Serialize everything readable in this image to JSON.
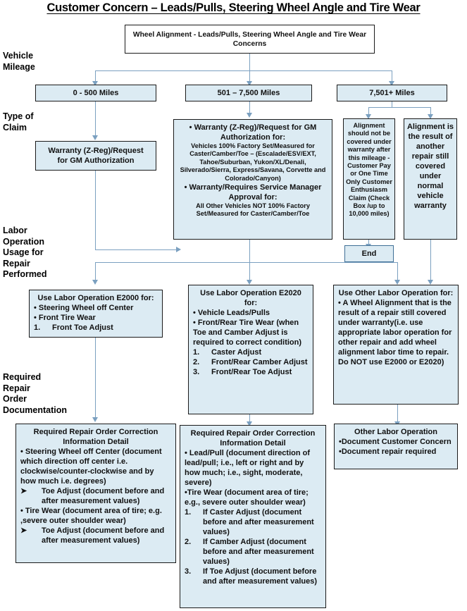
{
  "title": "Customer Concern – Leads/Pulls, Steering Wheel Angle and Tire Wear",
  "lane_labels": {
    "mileage": "Vehicle\nMileage",
    "claim": "Type of\nClaim",
    "labor": "Labor\nOperation\nUsage for\nRepair\nPerformed",
    "documentation": "Required\nRepair\nOrder\nDocumentation"
  },
  "root": {
    "text": "Wheel Alignment - Leads/Pulls, Steering Wheel Angle and Tire Wear Concerns"
  },
  "mileage_boxes": [
    {
      "label": "0 - 500 Miles"
    },
    {
      "label": "501 – 7,500 Miles"
    },
    {
      "label": "7,501+ Miles"
    }
  ],
  "claim_boxes": {
    "low": {
      "line1": "Warranty (Z-Reg)/Request",
      "line2": "for GM  Authorization"
    },
    "mid": {
      "bullet1_head": "• Warranty (Z-Reg)/Request for GM Authorization for:",
      "bullet1_body": "Vehicles 100% Factory Set/Measured for Caster/Camber/Toe – (Escalade/ESV/EXT, Tahoe/Suburban, Yukon/XL/Denali, Silverado/Sierra, Express/Savana,  Corvette and Colorado/Canyon)",
      "bullet2_head": "• Warranty/Requires Service Manager Approval for:",
      "bullet2_body": "All Other Vehicles NOT 100% Factory Set/Measured for Caster/Camber/Toe"
    },
    "high_left": {
      "text": "Alignment should not be covered under warranty after this mileage - Customer Pay or  One Time Only Customer Enthusiasm Claim (Check Box /up to 10,000 miles)"
    },
    "high_right": {
      "text": "Alignment is the result of another repair still covered under normal vehicle warranty"
    },
    "end": {
      "label": "End"
    }
  },
  "labor_boxes": {
    "e2000": {
      "head": "Use Labor Operation E2000 for:",
      "bullets": [
        "• Steering Wheel off Center",
        "• Front Tire Wear"
      ],
      "numbered": [
        {
          "num": "1.",
          "text": "Front Toe Adjust"
        }
      ]
    },
    "e2020": {
      "head": "Use Labor Operation E2020 for:",
      "bullets": [
        "• Vehicle Leads/Pulls",
        "• Front/Rear Tire Wear (when Toe and Camber Adjust is required to correct condition)"
      ],
      "numbered": [
        {
          "num": "1.",
          "text": "Caster Adjust"
        },
        {
          "num": "2.",
          "text": "Front/Rear Camber Adjust"
        },
        {
          "num": "3.",
          "text": "Front/Rear Toe Adjust"
        }
      ]
    },
    "other": {
      "head": "Use Other Labor Operation for:",
      "body": "• A Wheel Alignment that is the result of a repair still covered under warranty(i.e. use appropriate labor operation for other repair and add wheel alignment labor time to repair. Do NOT use E2000 or E2020)"
    }
  },
  "doc_boxes": {
    "left": {
      "head": "Required Repair Order Correction Information Detail",
      "b1": "•  Steering Wheel off Center (document which direction off center i.e. clockwise/counter-clockwise and by how much i.e. degrees)",
      "a1_num": "➤",
      "a1": "Toe Adjust (document before and after measurement values)",
      "b2": "• Tire Wear (document area of tire; e.g. ,severe outer shoulder wear)",
      "a2_num": "➤",
      "a2": "Toe Adjust (document before and after measurement values)"
    },
    "mid": {
      "head": "Required Repair Order Correction Information Detail",
      "b1": "• Lead/Pull (document direction of lead/pull; i.e., left or right and by how much; i.e., sight, moderate, severe)",
      "b2": "•Tire Wear (document area of tire; e.g., severe outer shoulder wear)",
      "numbered": [
        {
          "num": "1.",
          "text": "If Caster Adjust (document before and after measurement values)"
        },
        {
          "num": "2.",
          "text": "If Camber Adjust (document before and after measurement values)"
        },
        {
          "num": "3.",
          "text": "If Toe Adjust (document before and after measurement values)"
        }
      ]
    },
    "right": {
      "head": "Other Labor Operation",
      "b1": "•Document Customer Concern",
      "b2": "•Document repair required"
    }
  },
  "colors": {
    "box_fill": "#dcebf3",
    "box_border": "#1a1a1a",
    "connector": "#7ba0c0"
  }
}
